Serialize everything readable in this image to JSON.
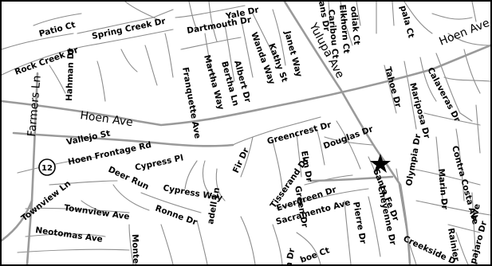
{
  "map": {
    "colors": {
      "background": "#ffffff",
      "street": "#8c8c8c",
      "arterial": "#9a9a9a",
      "text": "#000000",
      "marker": "#000000"
    },
    "route_shield": {
      "number": "12",
      "icon": "state-route-shield-icon"
    },
    "marker": {
      "icon": "star-icon"
    },
    "labels": {
      "patio_ct": "Patio Ct",
      "spring_creek_dr": "Spring Creek Dr",
      "rock_creek_dr": "Rock Creek Dr",
      "yale_dr": "Yale Dr",
      "dartmouth_dr": "Dartmouth Dr",
      "wanda_way": "Wanda Way",
      "kathy_st": "Kathy St",
      "janet_way": "Janet Way",
      "yulupa_ave": "Yulupa Ave",
      "ans_dr": "ans Dr",
      "elkhorn_ct": "Elkhorn Ct",
      "caribou_ct": "Caribou Ct",
      "kodiak_ct": "odiak Ct",
      "pala_ct": "pala Ct",
      "hoen_ave_east": "Hoen Ave",
      "franquette_ave": "Franquette Ave",
      "martha_way": "Martha Way",
      "bertha_ln": "Bertha Ln",
      "albert_dr": "Albert Dr",
      "tahoe_dr": "Tahoe Dr",
      "calaveras_dr": "Calaveras Dr",
      "mariposa_dr": "Mariposa Dr",
      "farmers_ln": "Farmers Ln",
      "hahman_dr": "Hahman Dr",
      "hoen_ave_west": "Hoen Ave",
      "vallejo_st": "Vallejo St",
      "hoen_frontage_rd": "Hoen Frontage Rd",
      "greencrest_dr": "Greencrest Dr",
      "douglas_dr": "Douglas Dr",
      "cypress_pl": "Cypress Pl",
      "fir_dr": "Fir Dr",
      "elm_dr": "Elm Dr",
      "contra_costa_ave": "Contra Costa Ave",
      "deer_run": "Deer Run",
      "cypress_way": "Cypress Way",
      "tisserand_dr": "Tisserand Dr",
      "green_dr": "Green Dr",
      "evergreen_dr": "Evergreen Dr",
      "santa_fe_dr": "Santa Fe Dr",
      "marin_dr": "Marin Dr",
      "townview_ln": "Townview Ln",
      "townview_ave": "Townview Ave",
      "ronne_dr": "Ronne Dr",
      "sacramento_ave": "Sacramento Ave",
      "cheyenne_dr": "Cheyenne Dr",
      "pierre_dr": "Pierre Dr",
      "olympia_dr": "Olympia Dr",
      "ave_e": "Ave",
      "neotomas_ave": "Neotomas Ave",
      "montecito": "Montec",
      "adell_ln": "adell Ln",
      "n_dr": "n Dr",
      "boe_ct": "boe Ct",
      "creekside": "Creekside D",
      "rainier": "Rainier",
      "pajaro_dr": "pajaro Dr"
    }
  }
}
